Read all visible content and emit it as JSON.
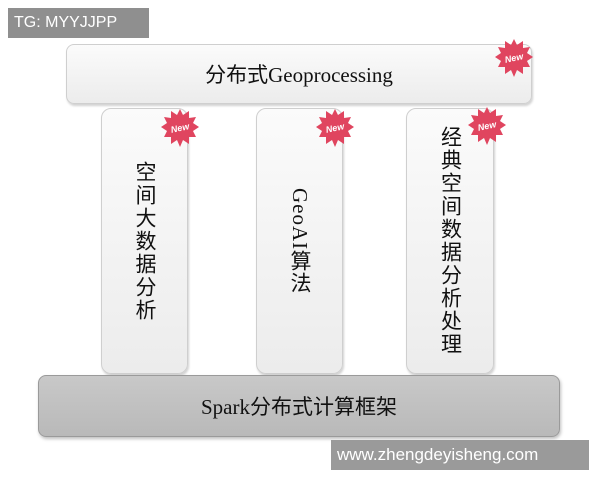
{
  "watermark_top": "TG: MYYJJPP",
  "top_box": {
    "label": "分布式Geoprocessing"
  },
  "pillars": [
    {
      "label": "空间大数据分析"
    },
    {
      "label": "GeoAI算法"
    },
    {
      "label": "经典空间数据分析处理"
    }
  ],
  "base": {
    "label": "Spark分布式计算框架"
  },
  "badge": {
    "text": "New",
    "color": "#e0455f"
  },
  "watermark_bottom": "www.zhengdeyisheng.com"
}
